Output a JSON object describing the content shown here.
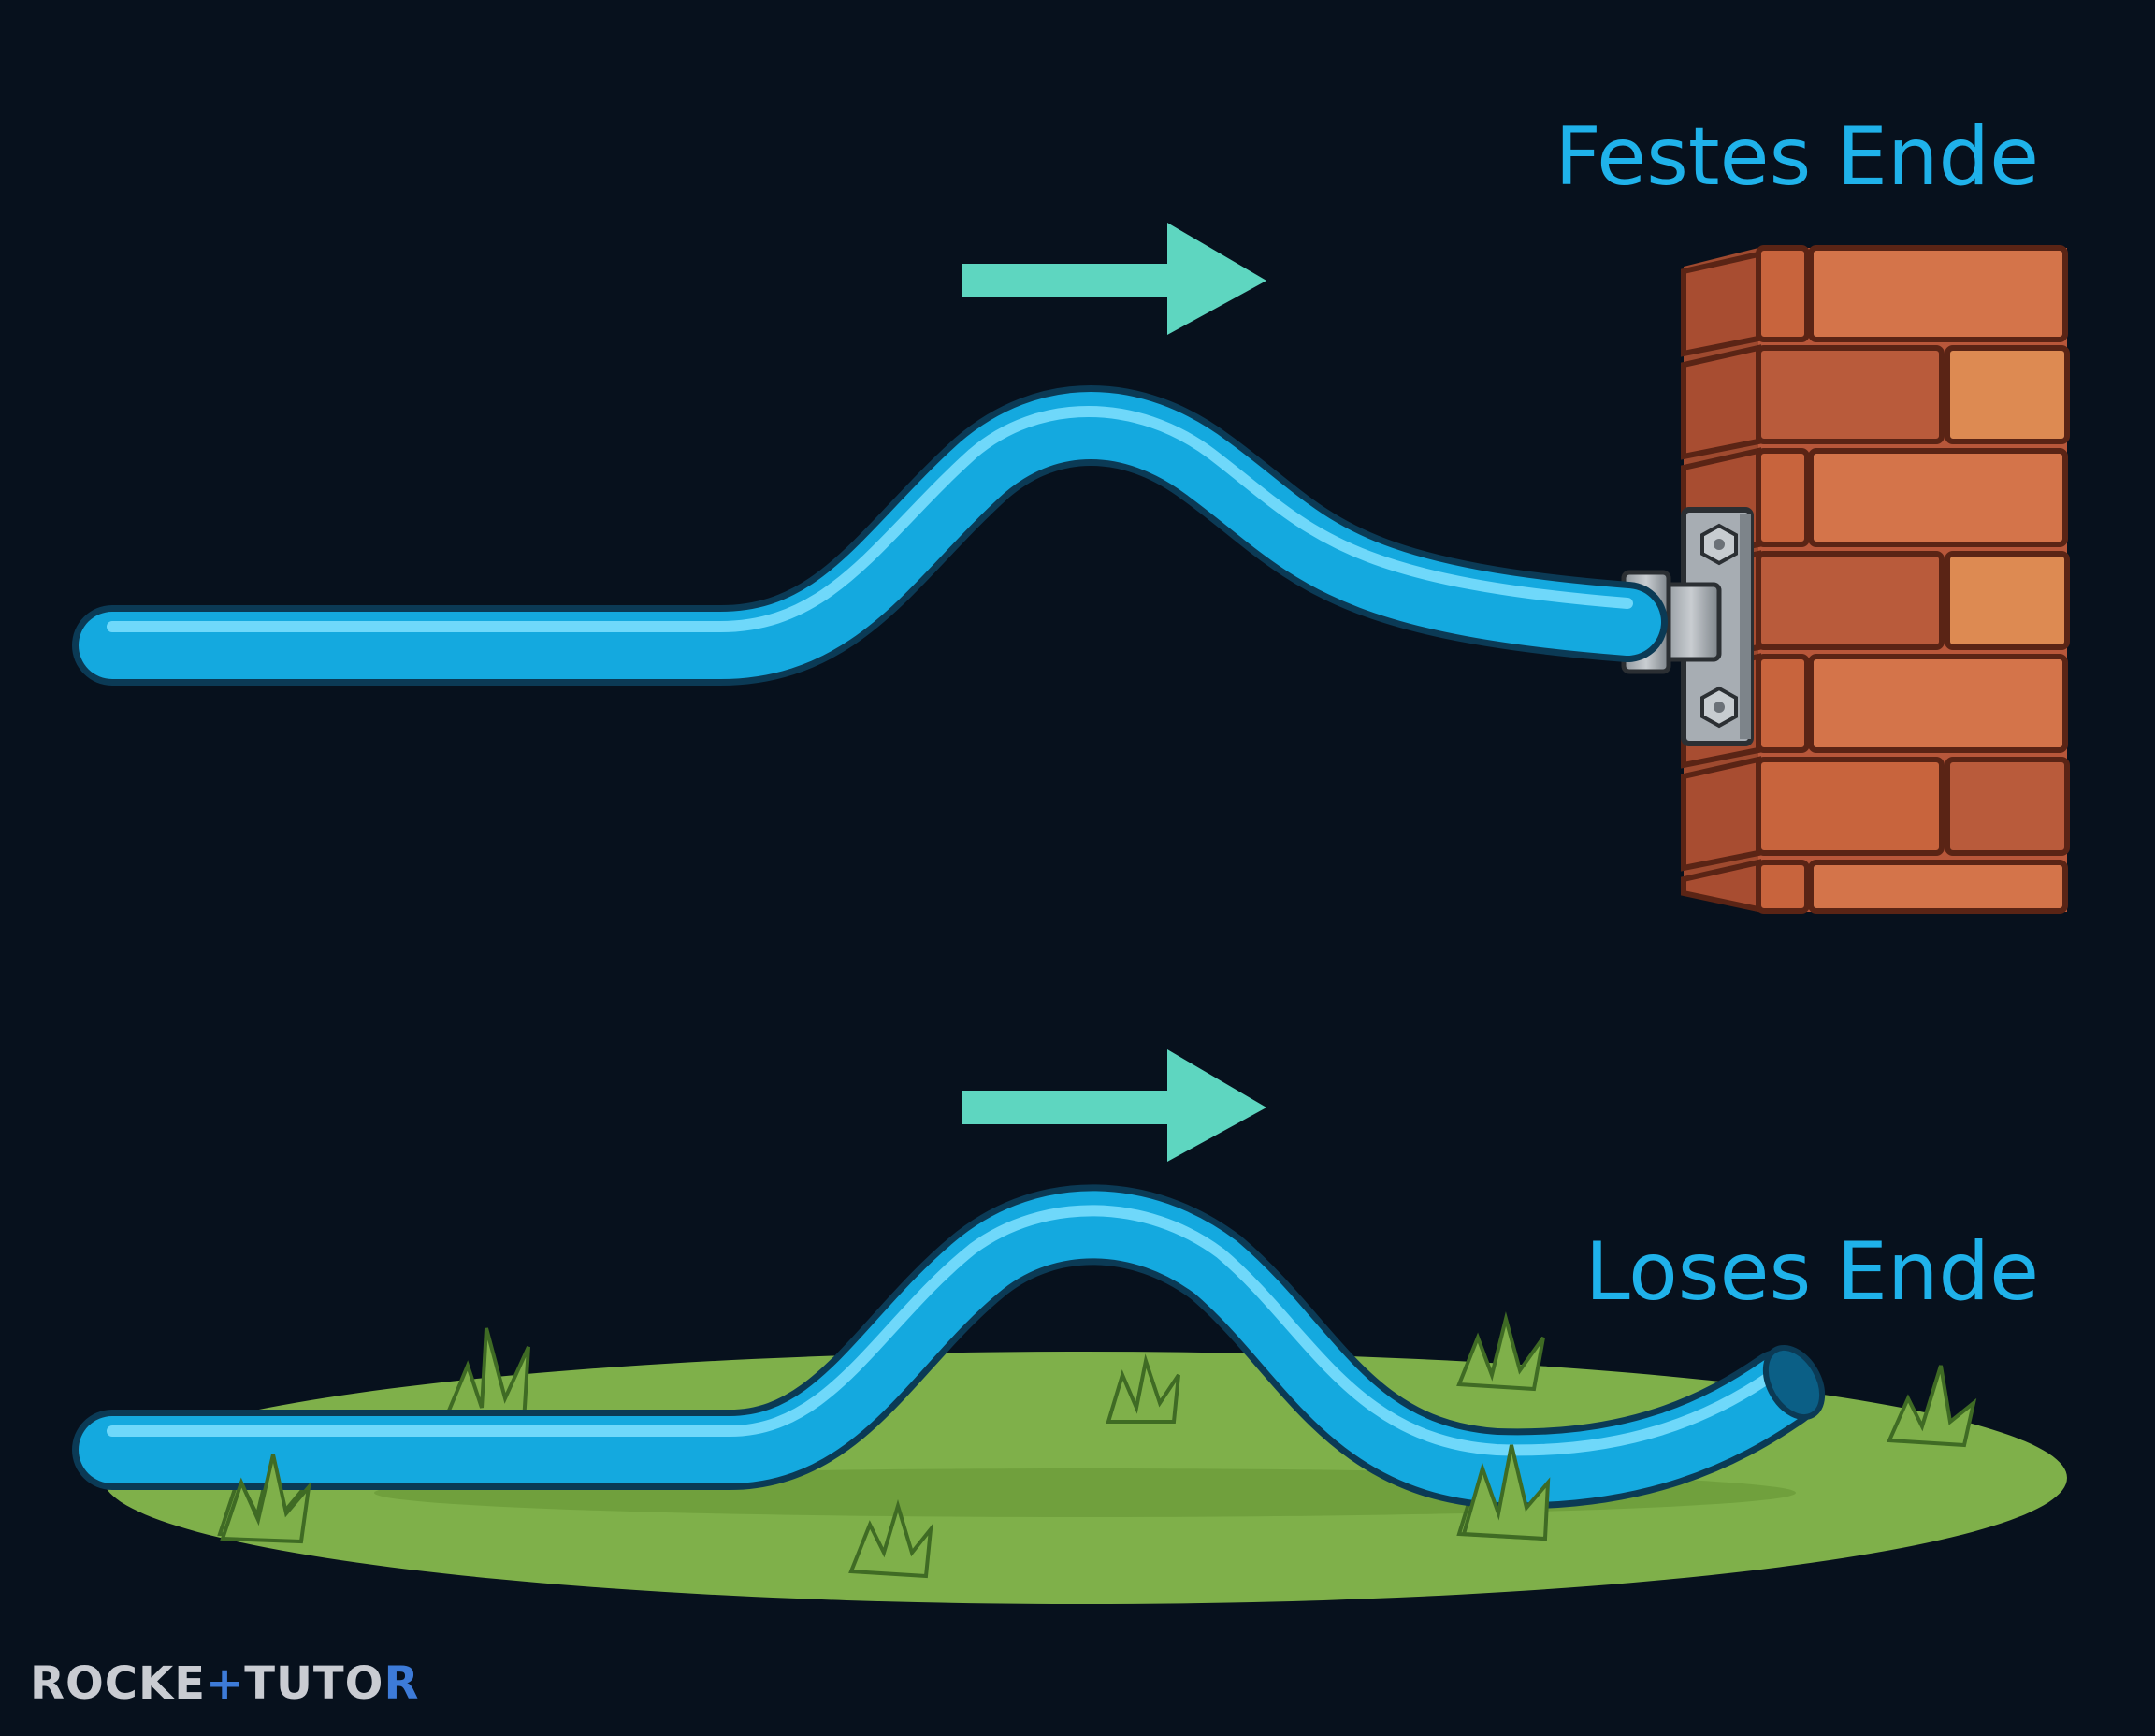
{
  "labels": {
    "fixed_end": "Festes Ende",
    "loose_end": "Loses Ende"
  },
  "logo": {
    "part1": "ROCKE",
    "mark1": "+",
    "part2": "TUTO",
    "mark2": "R"
  },
  "colors": {
    "background": "#07111d",
    "label": "#1fb2ea",
    "hose": "#1ab8ea",
    "arrow": "#5ed6c0",
    "brick": "#c8643d",
    "grass": "#7fb04a"
  }
}
